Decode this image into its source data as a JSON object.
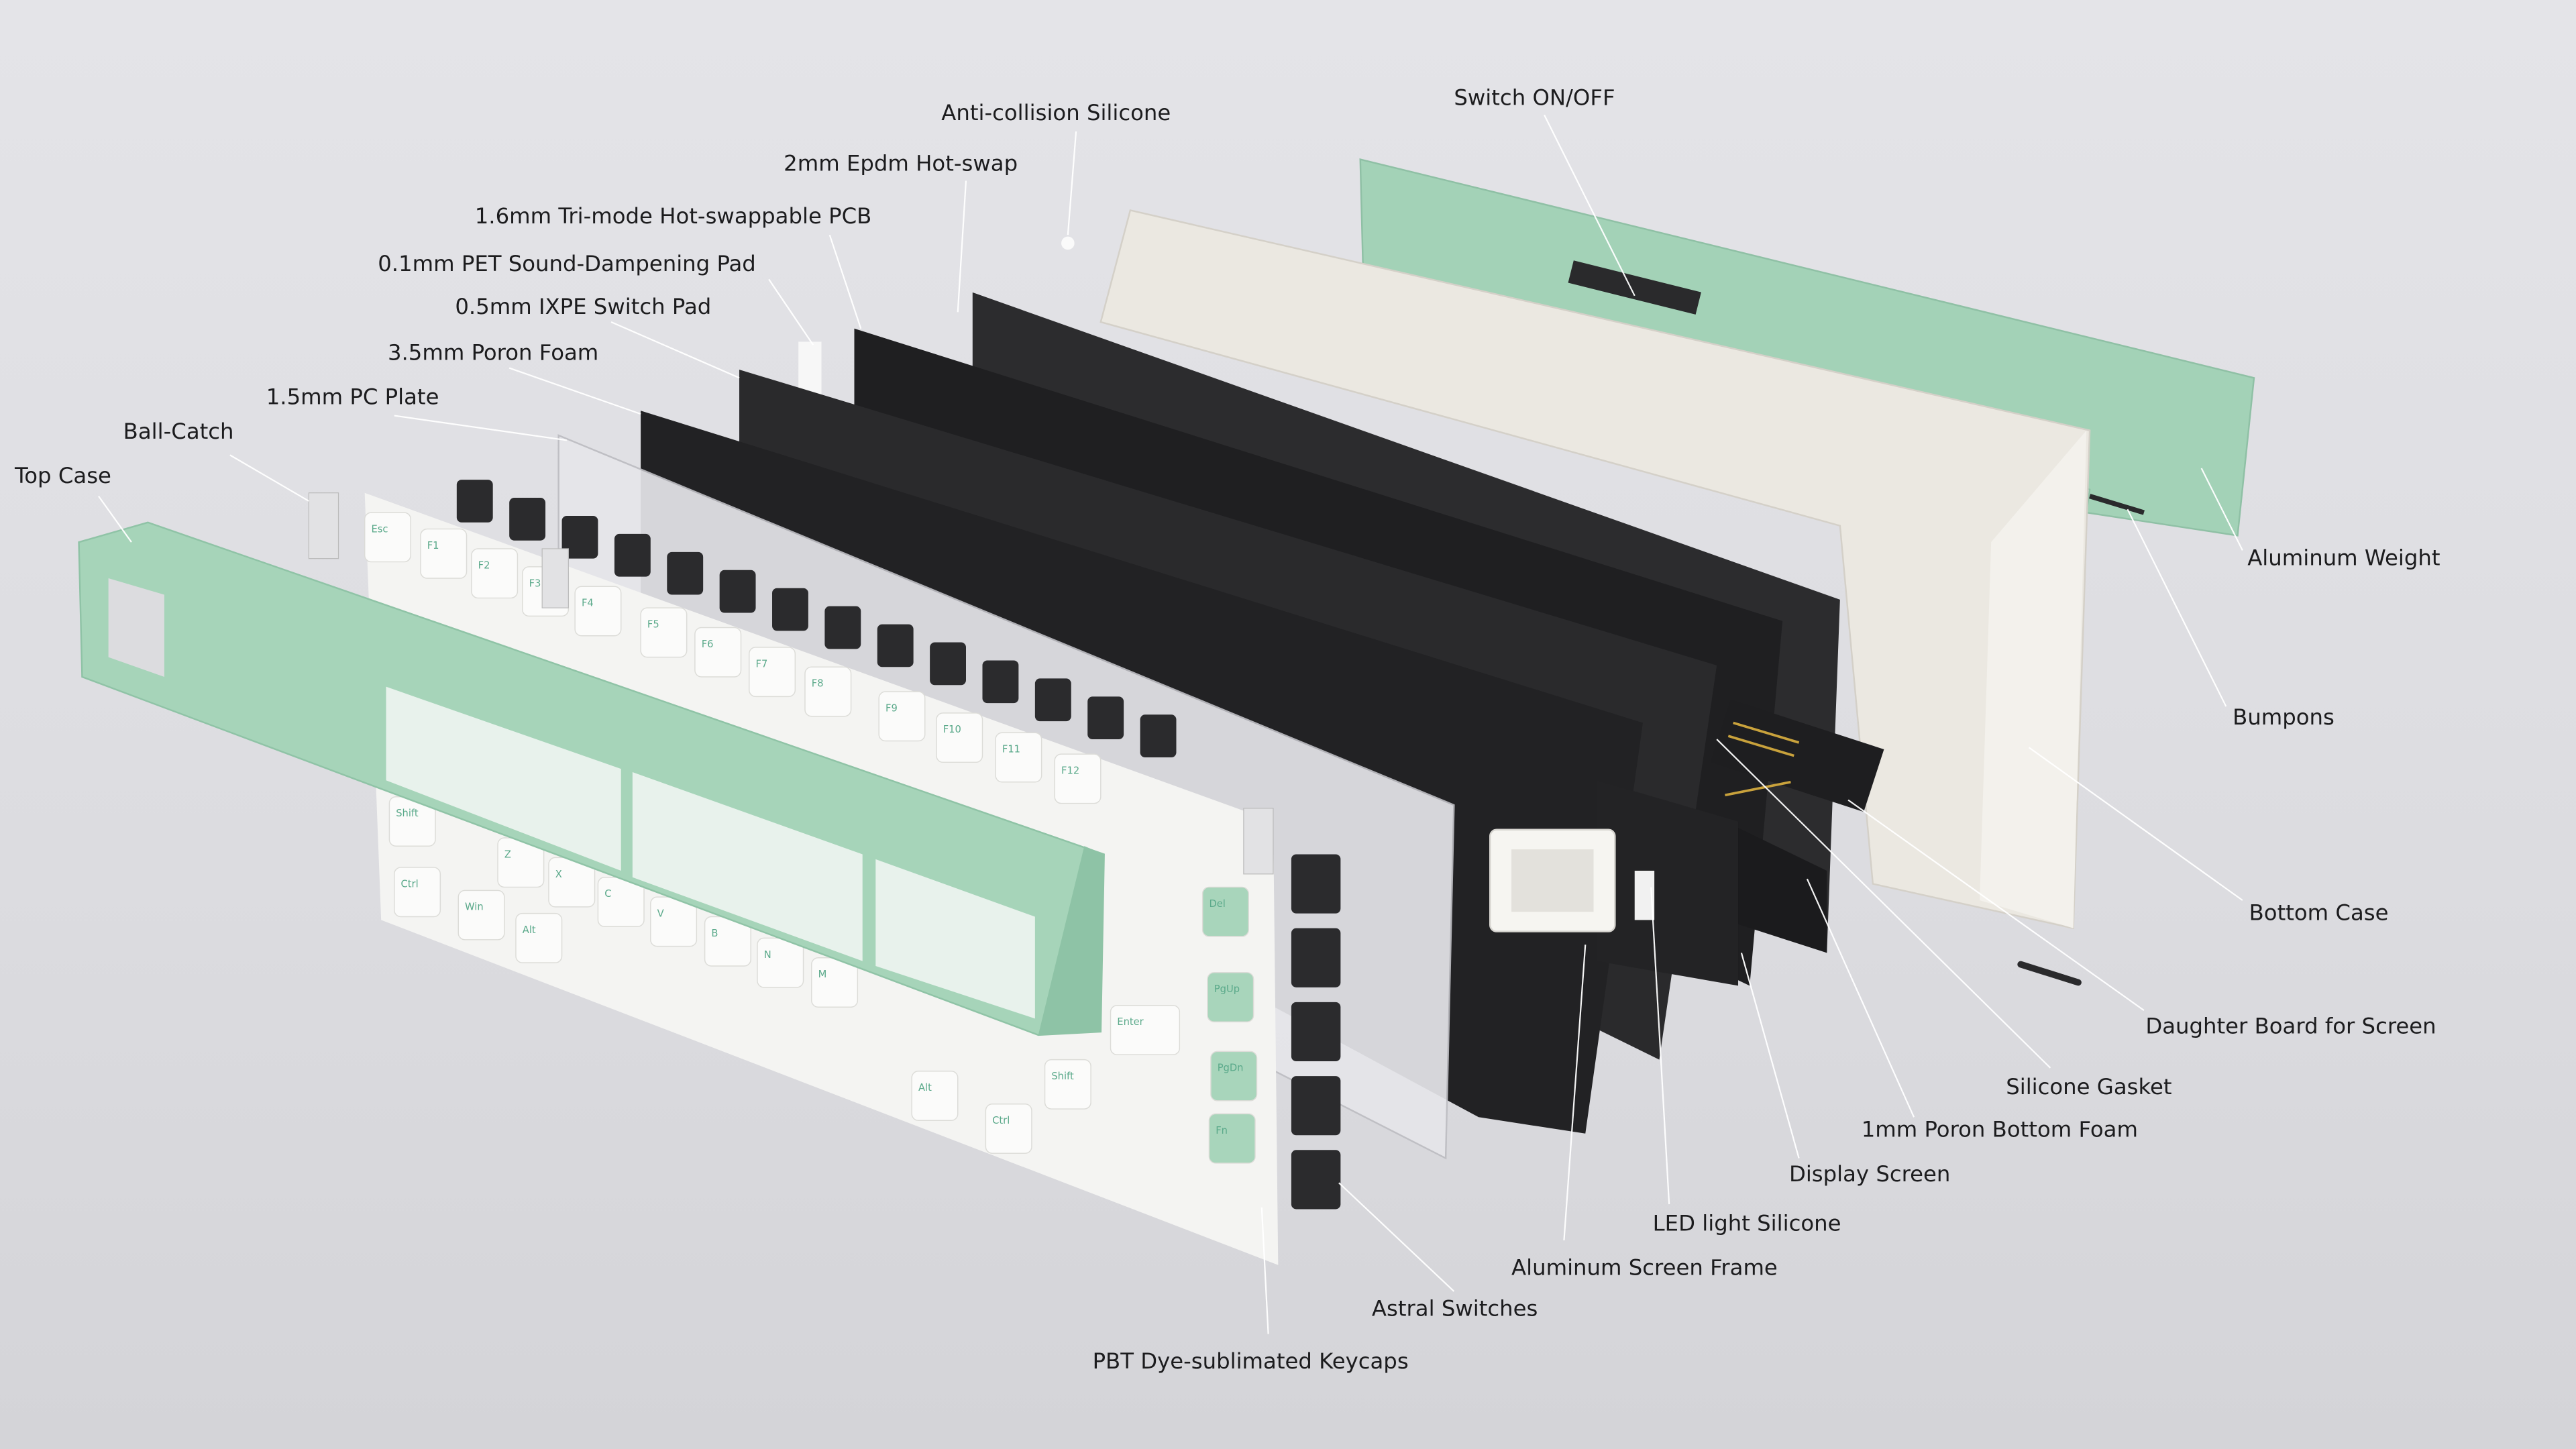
{
  "labels": {
    "anti_collision": "Anti-collision  Silicone",
    "switch_onoff": "Switch ON/OFF",
    "epdm": "2mm Epdm Hot-swap",
    "pcb": "1.6mm Tri-mode Hot-swappable PCB",
    "pet": "0.1mm PET Sound-Dampening Pad",
    "ixpe": "0.5mm IXPE Switch Pad",
    "poron": "3.5mm Poron Foam",
    "pc_plate": "1.5mm PC Plate",
    "ball_catch": "Ball-Catch",
    "top_case": "Top Case",
    "aluminum_weight": "Aluminum Weight",
    "bumpons": "Bumpons",
    "bottom_case": "Bottom Case",
    "daughter_board": "Daughter Board for Screen",
    "silicone_gasket": "Silicone Gasket",
    "bottom_foam": "1mm Poron Bottom Foam",
    "display_screen": "Display Screen",
    "led_silicone": "LED light Silicone",
    "screen_frame": "Aluminum Screen Frame",
    "switches": "Astral Switches",
    "keycaps": "PBT Dye-sublimated Keycaps"
  },
  "keycap_legends": [
    "Esc",
    "F1",
    "F2",
    "F3",
    "F4",
    "F5",
    "F6",
    "F7",
    "F8",
    "F9",
    "F10",
    "F11",
    "F12",
    "Shift",
    "Z",
    "X",
    "C",
    "V",
    "B",
    "N",
    "M",
    "Ctrl",
    "Win",
    "Alt",
    "Del",
    "PgUp",
    "PgDn",
    "Fn",
    "Enter",
    "Shift",
    "Alt",
    "Ctrl"
  ],
  "colors": {
    "mint": "#a8d5bb",
    "mint_dark": "#8cc3a5",
    "plate_black": "#232325",
    "case_white": "#ece9e3",
    "legend_green": "#5aa98a",
    "label_text": "#1c1c1e",
    "background": "#dedee2"
  }
}
